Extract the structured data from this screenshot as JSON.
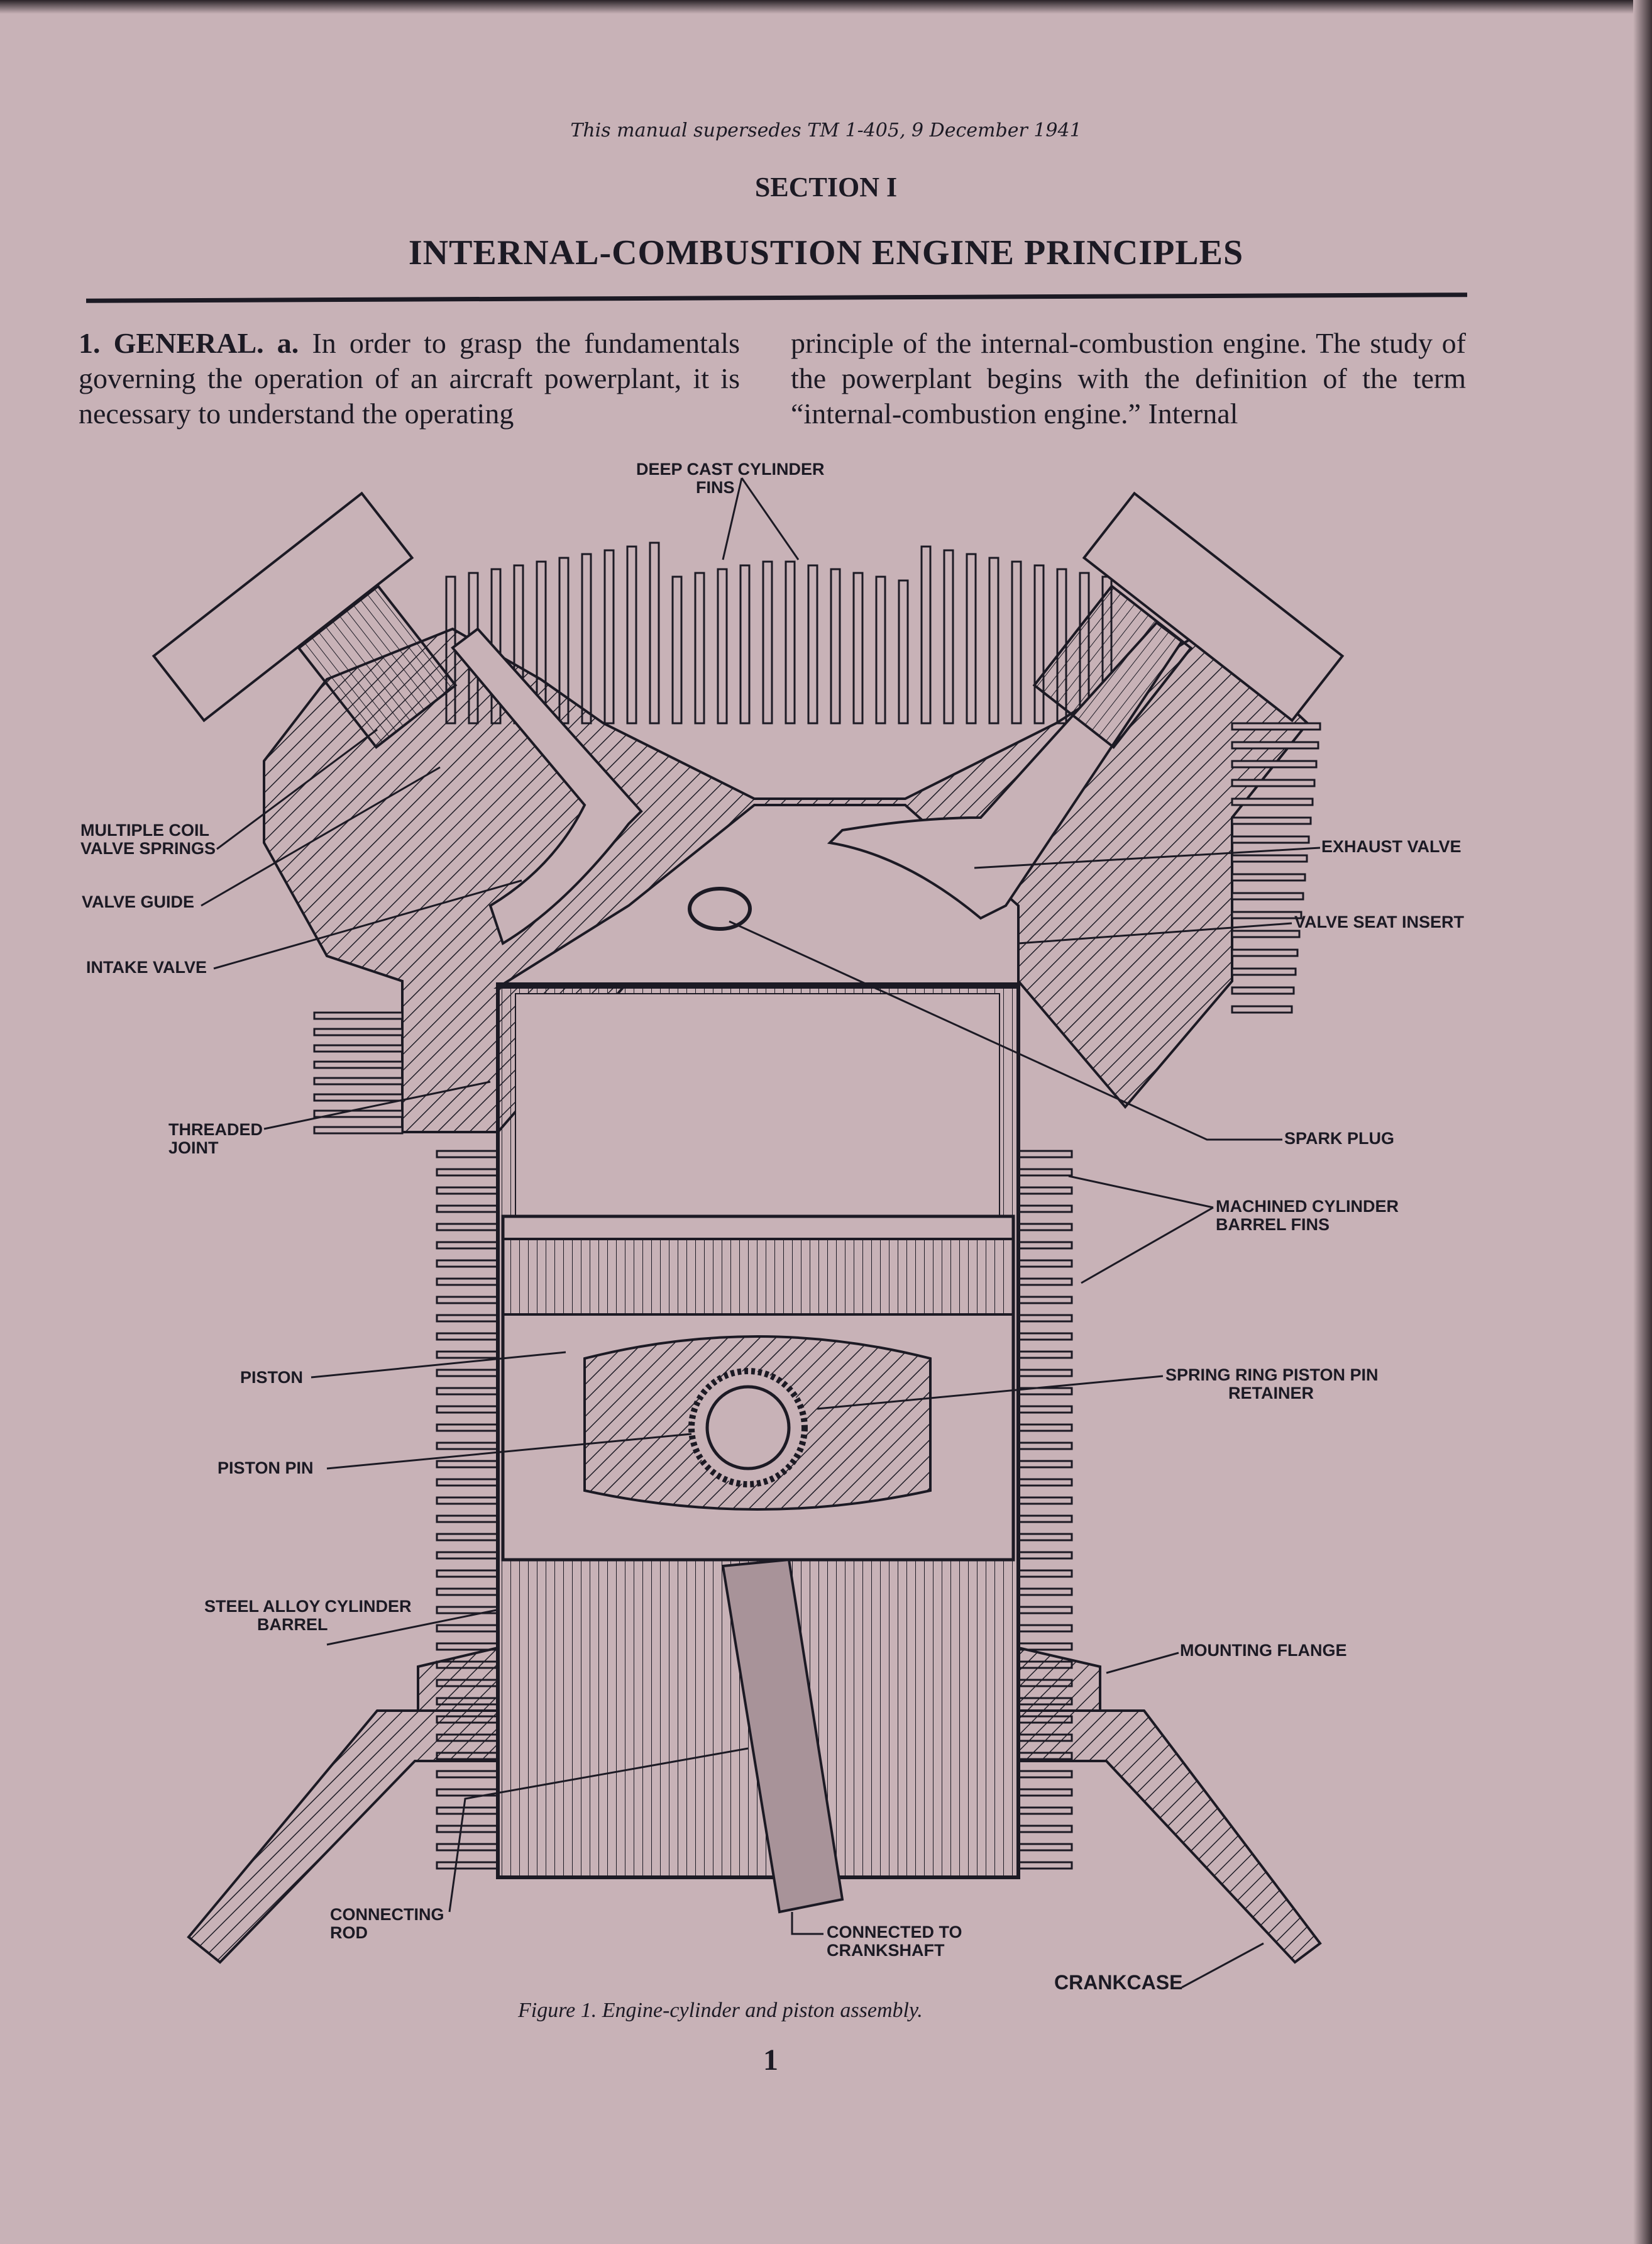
{
  "header": {
    "supersedes_note": "This manual supersedes TM 1-405, 9 December 1941",
    "section": "SECTION I",
    "title": "INTERNAL-COMBUSTION ENGINE PRINCIPLES"
  },
  "body": {
    "column1_lead": "1. GENERAL.",
    "column1_sub": "a.",
    "column1_text": "In order to grasp the fundamentals governing the operation of an aircraft powerplant, it is necessary to understand the operating",
    "column2": "principle of the internal-combustion engine. The study of the powerplant begins with the definition of the term “internal-combustion engine.” Internal"
  },
  "figure": {
    "labels": {
      "deep_cast_fins_1": "DEEP CAST CYLINDER",
      "deep_cast_fins_2": "FINS",
      "valve_springs_1": "MULTIPLE COIL",
      "valve_springs_2": "VALVE SPRINGS",
      "valve_guide": "VALVE GUIDE",
      "intake_valve": "INTAKE VALVE",
      "threaded_joint_1": "THREADED",
      "threaded_joint_2": "JOINT",
      "piston": "PISTON",
      "piston_pin": "PISTON PIN",
      "barrel_1": "STEEL ALLOY CYLINDER",
      "barrel_2": "BARREL",
      "connecting_rod_1": "CONNECTING",
      "connecting_rod_2": "ROD",
      "crankshaft_1": "CONNECTED TO",
      "crankshaft_2": "CRANKSHAFT",
      "crankcase": "CRANKCASE",
      "exhaust_valve": "EXHAUST VALVE",
      "valve_seat_insert": "VALVE SEAT INSERT",
      "spark_plug": "SPARK PLUG",
      "machined_fins_1": "MACHINED CYLINDER",
      "machined_fins_2": "BARREL FINS",
      "pin_retainer_1": "SPRING RING PISTON PIN",
      "pin_retainer_2": "RETAINER",
      "mounting_flange": "MOUNTING FLANGE"
    },
    "caption": "Figure 1.   Engine-cylinder and piston assembly."
  },
  "footer": {
    "page_number": "1"
  }
}
